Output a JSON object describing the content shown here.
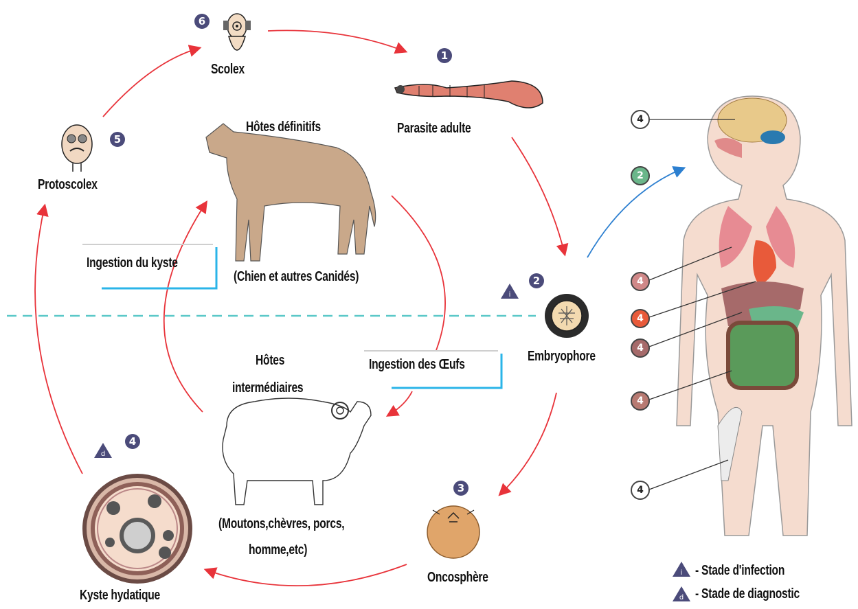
{
  "stages": {
    "scolex": "Scolex",
    "adult": "Parasite adulte",
    "protoscolex": "Protoscolex",
    "embryophore": "Embryophore",
    "oncosphere": "Oncosphère",
    "cyst": "Kyste hydatique"
  },
  "hosts": {
    "definitive": "Hôtes   définitifs",
    "definitive_sub": "(Chien et autres Canidés)",
    "intermediate_line1": "Hôtes",
    "intermediate_line2": "intermédiaires",
    "intermediate_sub1": "(Moutons,chèvres, porcs,",
    "intermediate_sub2": "homme,etc)"
  },
  "transmissions": {
    "cyst_ingestion": "Ingestion du kyste",
    "egg_ingestion": "Ingestion des Œufs"
  },
  "step_numbers": {
    "adult": "1",
    "embryophore": "2",
    "oncosphere": "3",
    "cyst": "4",
    "protoscolex": "5",
    "scolex": "6"
  },
  "human": {
    "route_number": "2",
    "organ_number": "4"
  },
  "legend": {
    "infection": "- Stade d'infection",
    "diagnostic": "- Stade de diagnostic"
  },
  "colors": {
    "cycle_arrow": "#e8333a",
    "human_arrow": "#2c7fd0",
    "divider": "#5bc8c8",
    "box_line": "#2ab4e8",
    "step_badge": "#4b4b7a"
  }
}
